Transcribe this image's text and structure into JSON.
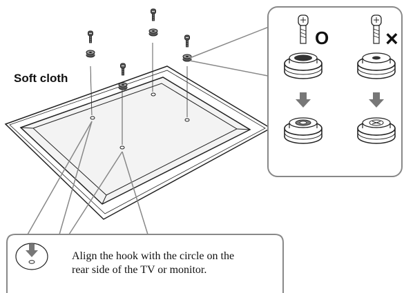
{
  "diagram": {
    "cloth_label": "Soft cloth",
    "caption": {
      "line1": "Align the hook with the circle on the",
      "line2": "rear side of the TV or monitor."
    },
    "correct_mark": "O",
    "incorrect_mark": "×",
    "icons": {
      "screw": "screw-icon",
      "washer": "washer-icon",
      "arrow": "down-arrow-icon"
    },
    "colors": {
      "outline": "#222222",
      "panel_border": "#888888",
      "cloth_fill": "#ffffff",
      "tv_fill": "#f2f2f2",
      "arrow_fill": "#777777",
      "washer_hole": "#333333"
    }
  }
}
